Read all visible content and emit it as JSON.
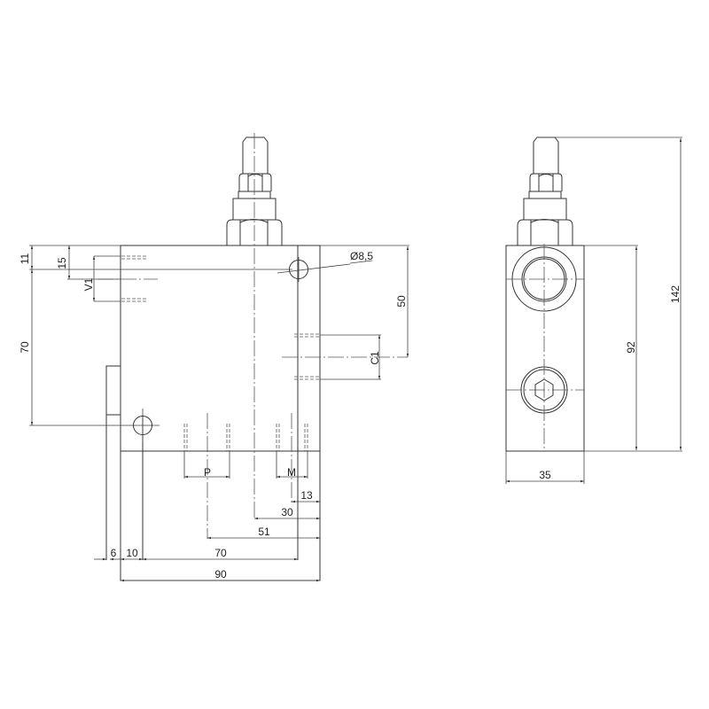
{
  "drawing": {
    "type": "hydraulic valve technical drawing",
    "views": [
      "front-view",
      "side-view"
    ],
    "front_view": {
      "dimensions": {
        "d_11": "11",
        "d_15": "15",
        "d_70_vert": "70",
        "d_50": "50",
        "d_hole": "Ø8,5",
        "d_13": "13",
        "d_30": "30",
        "d_51": "51",
        "d_6": "6",
        "d_10": "10",
        "d_70_horiz": "70",
        "d_90": "90"
      },
      "ports": {
        "v1": "V1",
        "c1": "C1",
        "p": "P",
        "m": "M"
      }
    },
    "side_view": {
      "dimensions": {
        "d_142": "142",
        "d_92": "92",
        "d_35": "35"
      }
    },
    "colors": {
      "line": "#333333",
      "background": "#ffffff"
    }
  }
}
